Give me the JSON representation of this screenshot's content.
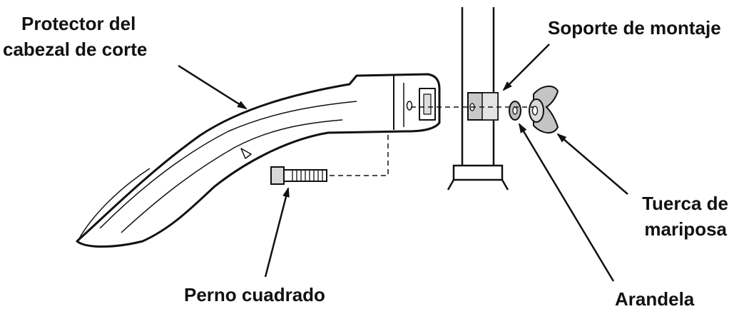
{
  "labels": {
    "guard_line1": "Protector del",
    "guard_line2": "cabezal de corte",
    "bracket": "Soporte de montaje",
    "wingnut_line1": "Tuerca de",
    "wingnut_line2": "mariposa",
    "bolt": "Perno cuadrado",
    "washer": "Arandela"
  },
  "parts": {
    "guard": "cutting-head-guard",
    "bracket": "mounting-bracket",
    "washer": "washer",
    "wingnut": "wing-nut",
    "bolt": "square-bolt",
    "shaft": "trimmer-shaft"
  },
  "colors": {
    "ink": "#111111",
    "paper": "#ffffff",
    "metal": "#cfcfcf"
  }
}
